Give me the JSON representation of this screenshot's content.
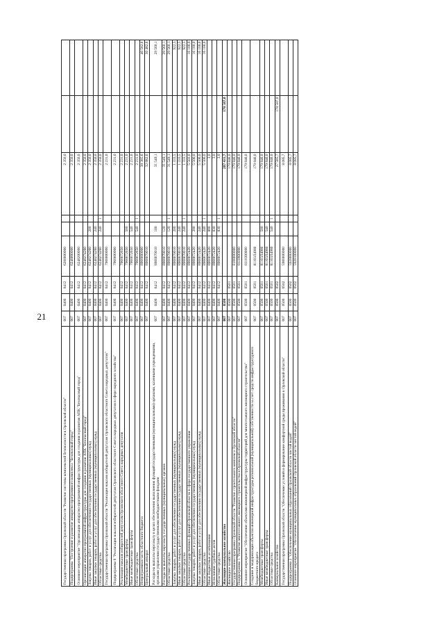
{
  "page_number": "21",
  "rows": [
    {
      "name": "Государственная программа Орловской области \"Развитие системы комплексной безопасности в Орловской области\"",
      "grbs": "007",
      "rz": "0400",
      "pr": "0412",
      "csr": "6200000000",
      "vr": "",
      "col6": "",
      "amount1": "2 350,0",
      "amount2": "",
      "amount3": "",
      "bold": false
    },
    {
      "name": "Подпрограмма \"Построение и развитие аппаратно-программного комплекса \"Безопасный город\"",
      "grbs": "007",
      "rz": "0400",
      "pr": "0412",
      "csr": "6240000000",
      "vr": "",
      "col6": "",
      "amount1": "2 350,0",
      "amount2": "",
      "amount3": "",
      "bold": false
    },
    {
      "name": "Основное мероприятие \"Организация аппаратно-программной инфраструктуры для создания и развития АПК \"Безопасный город\"",
      "grbs": "007",
      "rz": "0400",
      "pr": "0412",
      "csr": "6240200000",
      "vr": "",
      "col6": "",
      "amount1": "2 350,0",
      "amount2": "",
      "amount3": "",
      "bold": false
    },
    {
      "name": "Организация аппаратно-программной инфраструктуры для создания и развития АПК \"Безопасный город\"",
      "grbs": "007",
      "rz": "0400",
      "pr": "0412",
      "csr": "6240274260",
      "vr": "",
      "col6": "",
      "amount1": "2 350,0",
      "amount2": "",
      "amount3": "",
      "bold": false
    },
    {
      "name": "Закупка товаров, работ и услуг для обеспечения государственных (муниципальных) нужд",
      "grbs": "007",
      "rz": "0400",
      "pr": "0412",
      "csr": "6240274260",
      "vr": "200",
      "col6": "",
      "amount1": "2 350,0",
      "amount2": "",
      "amount3": "",
      "bold": false
    },
    {
      "name": "Иные закупки товаров, работ и услуг для обеспечения государственных (муниципальных) нужд",
      "grbs": "007",
      "rz": "0400",
      "pr": "0412",
      "csr": "6240274260",
      "vr": "240",
      "col6": "",
      "amount1": "2 350,0",
      "amount2": "",
      "amount3": "",
      "bold": false
    },
    {
      "name": "Областные средства",
      "grbs": "007",
      "rz": "0400",
      "pr": "0412",
      "csr": "6240274260",
      "vr": "240",
      "col6": "1",
      "amount1": "2 350,0",
      "amount2": "",
      "amount3": "",
      "bold": false
    },
    {
      "name": "Государственная программа Орловской области \"Реализация наказов избирателей депутатам Орловского областного Совета народных депутатов\"",
      "grbs": "007",
      "rz": "0400",
      "pr": "0412",
      "csr": "7900000000",
      "vr": "",
      "col6": "",
      "amount1": "2 231,0",
      "amount2": "",
      "amount3": "",
      "bold": false
    },
    {
      "name": "Подпрограмма 6 \"Реализация наказов избирателей депутатам Орловского областного Совета народных депутатов в сфере народного хозяйства\"",
      "grbs": "007",
      "rz": "0400",
      "pr": "0412",
      "csr": "7960000000",
      "vr": "",
      "col6": "",
      "amount1": "2 231,0",
      "amount2": "",
      "amount3": "",
      "bold": false
    },
    {
      "name": "Реализация наказов избирателей депутатам Орловского областного Совета народных депутатов",
      "grbs": "007",
      "rz": "0400",
      "pr": "0412",
      "csr": "7960072650",
      "vr": "",
      "col6": "",
      "amount1": "2 231,0",
      "amount2": "",
      "amount3": "",
      "bold": false
    },
    {
      "name": "Межбюджетные трансферты",
      "grbs": "007",
      "rz": "0400",
      "pr": "0412",
      "csr": "7960072650",
      "vr": "500",
      "col6": "",
      "amount1": "2 231,0",
      "amount2": "",
      "amount3": "",
      "bold": false
    },
    {
      "name": "Иные межбюджетные трансферты",
      "grbs": "007",
      "rz": "0400",
      "pr": "0412",
      "csr": "7960072650",
      "vr": "540",
      "col6": "",
      "amount1": "2 231,0",
      "amount2": "",
      "amount3": "",
      "bold": false
    },
    {
      "name": "Областные средства",
      "grbs": "007",
      "rz": "0400",
      "pr": "0412",
      "csr": "7960072650",
      "vr": "540",
      "col6": "1",
      "amount1": "2 231,0",
      "amount2": "",
      "amount3": "",
      "bold": false
    },
    {
      "name": "Непрограммная часть областного бюджета",
      "grbs": "007",
      "rz": "0400",
      "pr": "0412",
      "csr": "8900000000",
      "vr": "",
      "col6": "",
      "amount1": "38 385,6",
      "amount2": "",
      "amount3": "46 582,6",
      "bold": false
    },
    {
      "name": "Центральный аппарат",
      "grbs": "007",
      "rz": "0400",
      "pr": "0412",
      "csr": "8900070010",
      "vr": "",
      "col6": "",
      "amount1": "32 882,6",
      "amount2": "",
      "amount3": "30 482,6",
      "bold": false
    },
    {
      "name": "Расходы на выплаты персоналу в целях обеспечения выполнения функций государственными (муниципальными) органами, казенными учреждениями, органами управления государственными внебюджетными фондами",
      "grbs": "007",
      "rz": "0400",
      "pr": "0412",
      "csr": "8900070010",
      "vr": "100",
      "col6": "",
      "amount1": "31 549,1",
      "amount2": "",
      "amount3": "29 560,1",
      "bold": false
    },
    {
      "name": "Расходы на выплаты персоналу государственных (муниципальных) органов",
      "grbs": "007",
      "rz": "0400",
      "pr": "0412",
      "csr": "8900070010",
      "vr": "120",
      "col6": "",
      "amount1": "31 549,1",
      "amount2": "",
      "amount3": "29 560,1",
      "bold": false
    },
    {
      "name": "Областные средства",
      "grbs": "007",
      "rz": "0400",
      "pr": "0412",
      "csr": "8900070010",
      "vr": "120",
      "col6": "1",
      "amount1": "31 549,1",
      "amount2": "",
      "amount3": "29 560,1",
      "bold": false
    },
    {
      "name": "Закупка товаров, работ и услуг для обеспечения государственных (муниципальных) нужд",
      "grbs": "007",
      "rz": "0400",
      "pr": "0412",
      "csr": "8900070010",
      "vr": "200",
      "col6": "",
      "amount1": "1 333,5",
      "amount2": "",
      "amount3": "922,5",
      "bold": false
    },
    {
      "name": "Иные закупки товаров, работ и услуг для обеспечения государственных (муниципальных) нужд",
      "grbs": "007",
      "rz": "0400",
      "pr": "0412",
      "csr": "8900070010",
      "vr": "240",
      "col6": "",
      "amount1": "1 333,5",
      "amount2": "",
      "amount3": "922,5",
      "bold": false
    },
    {
      "name": "Областные средства",
      "grbs": "007",
      "rz": "0400",
      "pr": "0412",
      "csr": "8900070010",
      "vr": "240",
      "col6": "1",
      "amount1": "1 333,5",
      "amount2": "",
      "amount3": "922,5",
      "bold": false
    },
    {
      "name": "Реализация государственных функций Орловской области в сфере государственного управления",
      "grbs": "007",
      "rz": "0400",
      "pr": "0412",
      "csr": "8900072420",
      "vr": "",
      "col6": "",
      "amount1": "5 503,0",
      "amount2": "",
      "amount3": "16 100,0",
      "bold": false
    },
    {
      "name": "Закупка товаров, работ и услуг для обеспечения государственных (муниципальных) нужд",
      "grbs": "007",
      "rz": "0400",
      "pr": "0412",
      "csr": "8900072420",
      "vr": "200",
      "col6": "",
      "amount1": "5 500,0",
      "amount2": "",
      "amount3": "16 100,0",
      "bold": false
    },
    {
      "name": "Иные закупки товаров, работ и услуг для обеспечения государственных (муниципальных) нужд",
      "grbs": "007",
      "rz": "0400",
      "pr": "0412",
      "csr": "8900072420",
      "vr": "240",
      "col6": "",
      "amount1": "5 500,0",
      "amount2": "",
      "amount3": "16 100,0",
      "bold": false
    },
    {
      "name": "Областные средства",
      "grbs": "007",
      "rz": "0400",
      "pr": "0412",
      "csr": "8900072420",
      "vr": "240",
      "col6": "1",
      "amount1": "5 500,0",
      "amount2": "",
      "amount3": "16 100,0",
      "bold": false
    },
    {
      "name": "Иные бюджетные ассигнования",
      "grbs": "007",
      "rz": "0400",
      "pr": "0412",
      "csr": "8900072420",
      "vr": "800",
      "col6": "",
      "amount1": "3,0",
      "amount2": "",
      "amount3": "",
      "bold": false
    },
    {
      "name": "Исполнение судебных актов",
      "grbs": "007",
      "rz": "0400",
      "pr": "0412",
      "csr": "8900072420",
      "vr": "830",
      "col6": "",
      "amount1": "3,0",
      "amount2": "",
      "amount3": "",
      "bold": false
    },
    {
      "name": "Областные средства",
      "grbs": "007",
      "rz": "0400",
      "pr": "0412",
      "csr": "8900072420",
      "vr": "830",
      "col6": "1",
      "amount1": "3,0",
      "amount2": "",
      "amount3": "",
      "bold": false
    },
    {
      "name": "Жилищно-коммунальное хозяйство",
      "grbs": "007",
      "rz": "0500",
      "pr": "",
      "csr": "",
      "vr": "",
      "col6": "",
      "amount1": "207 431,7",
      "amount2": "178 587,0",
      "amount3": "",
      "bold": true
    },
    {
      "name": "Жилищное хозяйство",
      "grbs": "007",
      "rz": "0500",
      "pr": "0501",
      "csr": "",
      "vr": "",
      "col6": "",
      "amount1": "179 846,0",
      "amount2": "",
      "amount3": "",
      "bold": false
    },
    {
      "name": "Государственная программа Орловской области \"Развитие строительного комплекса Орловской области\"",
      "grbs": "007",
      "rz": "0500",
      "pr": "0501",
      "csr": "8100000000",
      "vr": "",
      "col6": "",
      "amount1": "179 846,0",
      "amount2": "",
      "amount3": "",
      "bold": false
    },
    {
      "name": "Подпрограмма 1 \"Развитие многоэтажного жилищного строительства в Орловской области\"",
      "grbs": "007",
      "rz": "0500",
      "pr": "0501",
      "csr": "8110000000",
      "vr": "",
      "col6": "",
      "amount1": "179 846,0",
      "amount2": "",
      "amount3": "",
      "bold": false
    },
    {
      "name": "Основное мероприятие \"Обеспечение объектами инженерной инфраструктуры территорий для многоэтажного жилищного строительства\"",
      "grbs": "007",
      "rz": "0500",
      "pr": "0501",
      "csr": "8110300000",
      "vr": "",
      "col6": "",
      "amount1": "179 846,0",
      "amount2": "",
      "amount3": "",
      "bold": false
    },
    {
      "name": "Создание и модернизация объектов инженерной инфраструктуры региональной (муниципальной) собственности за счет средств инфраструктурного бюджетного кредита",
      "grbs": "007",
      "rz": "0500",
      "pr": "0501",
      "csr": "81103Л4980",
      "vr": "",
      "col6": "",
      "amount1": "179 846,0",
      "amount2": "",
      "amount3": "",
      "bold": false
    },
    {
      "name": "Межбюджетные трансферты",
      "grbs": "007",
      "rz": "0500",
      "pr": "0501",
      "csr": "81103Л4980",
      "vr": "500",
      "col6": "",
      "amount1": "179 846,0",
      "amount2": "",
      "amount3": "",
      "bold": false
    },
    {
      "name": "Иные межбюджетные трансферты",
      "grbs": "007",
      "rz": "0500",
      "pr": "0501",
      "csr": "81103Л4980",
      "vr": "540",
      "col6": "",
      "amount1": "179 846,0",
      "amount2": "",
      "amount3": "",
      "bold": false
    },
    {
      "name": "Областные средства",
      "grbs": "007",
      "rz": "0500",
      "pr": "0501",
      "csr": "81103Л4980",
      "vr": "540",
      "col6": "1",
      "amount1": "179 846,0",
      "amount2": "",
      "amount3": "",
      "bold": false
    },
    {
      "name": "Коммунальное хозяйство",
      "grbs": "007",
      "rz": "0500",
      "pr": "0502",
      "csr": "",
      "vr": "",
      "col6": "",
      "amount1": "27 585,7",
      "amount2": "178 587,0",
      "amount3": "",
      "bold": false
    },
    {
      "name": "Государственная программа Орловской области \"Обеспечение условий и формирование комфортной среды проживания в Орловской области\"",
      "grbs": "007",
      "rz": "0500",
      "pr": "0502",
      "csr": "5900000000",
      "vr": "",
      "col6": "",
      "amount1": "8 085,7",
      "amount2": "",
      "amount3": "",
      "bold": false
    },
    {
      "name": "Подпрограмма 2 \"Обеспечение муниципальных образований Орловской области чистой водой\"",
      "grbs": "007",
      "rz": "0500",
      "pr": "0502",
      "csr": "5920000000",
      "vr": "",
      "col6": "",
      "amount1": "8 085,7",
      "amount2": "",
      "amount3": "",
      "bold": false
    },
    {
      "name": "Основное мероприятие \"Обеспечение муниципальных образований Орловской области чистой водой\"",
      "grbs": "007",
      "rz": "0500",
      "pr": "0502",
      "csr": "5920100000",
      "vr": "",
      "col6": "",
      "amount1": "8 085,7",
      "amount2": "",
      "amount3": "",
      "bold": false
    }
  ]
}
